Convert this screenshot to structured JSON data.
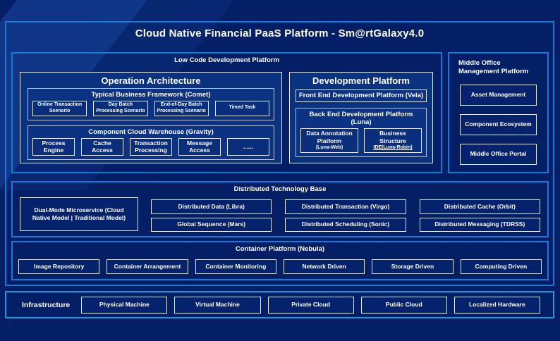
{
  "title": "Cloud Native Financial PaaS Platform - Sm@rtGalaxy4.0",
  "colors": {
    "background": "#041f66",
    "section_border": "#1879d6",
    "infrastructure_border": "#1e96e0",
    "panel_fill": "#0b3181",
    "panel_border": "#e6ecf8",
    "leaf_fill": "#05226c",
    "text": "#ffffff"
  },
  "low_code": {
    "label": "Low Code Development Platform",
    "operation_architecture": {
      "title": "Operation Architecture",
      "typical_business_framework": {
        "title": "Typical Business Framework (Comet)",
        "items": [
          "Online Transaction Scenario",
          "Day Batch Processing Scenario",
          "End-of-Day Batch Processing Scenario",
          "Timed Task"
        ]
      },
      "component_cloud_warehouse": {
        "title": "Component Cloud Warehouse (Gravity)",
        "items": [
          "Process Engine",
          "Cache Access",
          "Transaction Processing",
          "Message Access",
          "......"
        ]
      }
    },
    "development_platform": {
      "title": "Development Platform",
      "front_end": "Front End Development Platform (Vela)",
      "back_end": {
        "title": "Back End Development Platform (Luna)",
        "items": [
          {
            "name": "Data Annotation Platform",
            "sub": "(Luna-Web)"
          },
          {
            "name": "Business Structure",
            "sub": "IDE(Luna-Robin)"
          }
        ]
      }
    }
  },
  "middle_office": {
    "title": "Middle Office Management Platform",
    "items": [
      "Asset Management",
      "Component Ecosystem",
      "Middle Office Portal"
    ]
  },
  "distributed_base": {
    "title": "Distributed Technology Base",
    "dual_mode": "Dual-Mode Microservice (Cloud Native Model | Traditional Model)",
    "row1": [
      "Distributed Data (Libra)",
      "Distributed Transaction (Virgo)",
      "Distributed Cache (Orbit)"
    ],
    "row2": [
      "Global Sequence (Mars)",
      "Distributed Scheduling (Sonic)",
      "Distributed Messaging (TDRSS)"
    ]
  },
  "container_platform": {
    "title": "Container Platform (Nebula)",
    "items": [
      "Image Repository",
      "Container Arrangement",
      "Container Monitoring",
      "Network Driven",
      "Storage Driven",
      "Computing Driven"
    ]
  },
  "infrastructure": {
    "label": "Infrastructure",
    "items": [
      "Physical Machine",
      "Virtual Machine",
      "Private Cloud",
      "Public Cloud",
      "Localized Hardware"
    ]
  }
}
